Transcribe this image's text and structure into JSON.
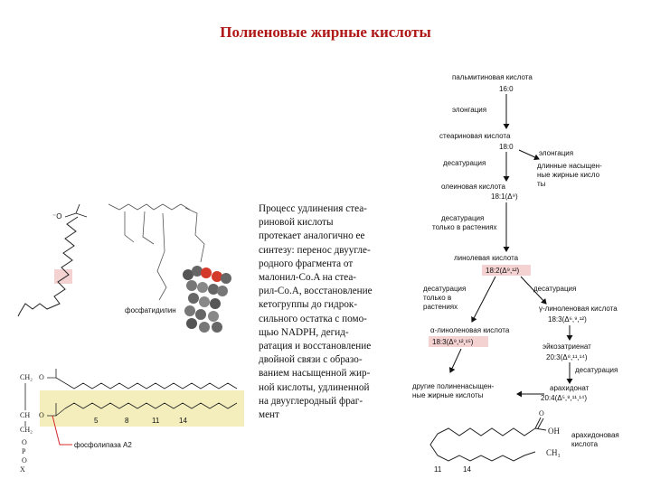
{
  "title": "Полиеновые жирные кислоты",
  "paragraph": [
    "Процесс удлинения стеа-",
    "риновой кислоты",
    "протекает аналогично ее",
    "синтезу: перенос двуугле-",
    "родного фрагмента от",
    "малонил-Co.A на стеа-",
    "рил-Co.A, восстановление",
    "кетогруппы до гидрок-",
    "сильного остатка с помо-",
    "щью NADPH, дегид-",
    "ратация и восстановление",
    "двойной связи с образо-",
    "ванием насыщенной жир-",
    "ной кислоты, удлиненной",
    "на двууглеродный фраг-",
    "мент"
  ],
  "left_figure": {
    "label_phosphatidyl": "фосфатидилин",
    "label_phospholipase": "фосфолипаза A2",
    "carboxyl": "⁻O",
    "glycerol": [
      "CH₂",
      "O",
      "CH",
      "O",
      "CH₂",
      "O",
      "P",
      "O",
      "X"
    ],
    "numbers": [
      "5",
      "8",
      "11",
      "14"
    ]
  },
  "pathway": {
    "palmitic_name": "пальмитиновая кислота",
    "palmitic_formula": "16:0",
    "elongation_1": "элонгация",
    "stearic_name": "стеариновая кислота",
    "stearic_formula": "18:0",
    "elongation_2": "элонгация",
    "long_saturated": [
      "длинные насыщен-",
      "ные жирные кисло",
      "ты"
    ],
    "desaturation_1": "десатурация",
    "oleic_name": "олеиновая кислота",
    "oleic_formula": "18:1(Δ⁹)",
    "desaturation_plants": [
      "десатурация",
      "только в растениях"
    ],
    "linoleic_name": "линолевая кислота",
    "linoleic_formula": "18:2(Δ⁹,¹²)",
    "desaturation_plants_2": [
      "десатурация",
      "только в",
      "растениях"
    ],
    "desaturation_2": "десатурация",
    "alpha_linolenic_name": "α-линоленовая кислота",
    "alpha_linolenic_formula": "18:3(Δ⁹,¹²,¹⁵)",
    "gamma_linolenic_name": "γ-линоленовая кислота",
    "gamma_linolenic_formula": "18:3(Δ⁶,⁹,¹²)",
    "eicosatrienoate_name": "эйкозатриенат",
    "eicosatrienoate_formula": "20:3(Δ⁸,¹¹,¹⁴)",
    "desaturation_3": "десатурация",
    "other_pufa": [
      "другие полиненасыщен-",
      "ные жирные кислоты"
    ],
    "arachidonate_name": "арахидонат",
    "arachidonate_formula": "20:4(Δ⁵,⁸,¹¹,¹⁴)",
    "arachidonic_label": [
      "арахидоновая",
      "кислота"
    ],
    "structure_oh": "OH",
    "structure_ch3": "CH₃",
    "structure_o": "O",
    "structure_numbers": [
      "11",
      "14"
    ]
  },
  "colors": {
    "title": "#b01818",
    "highlight_yellow": "#f3eebc",
    "highlight_pink": "#f5d2d2",
    "accent_red": "#d42a2a",
    "blue_line": "#3b5fc0"
  }
}
